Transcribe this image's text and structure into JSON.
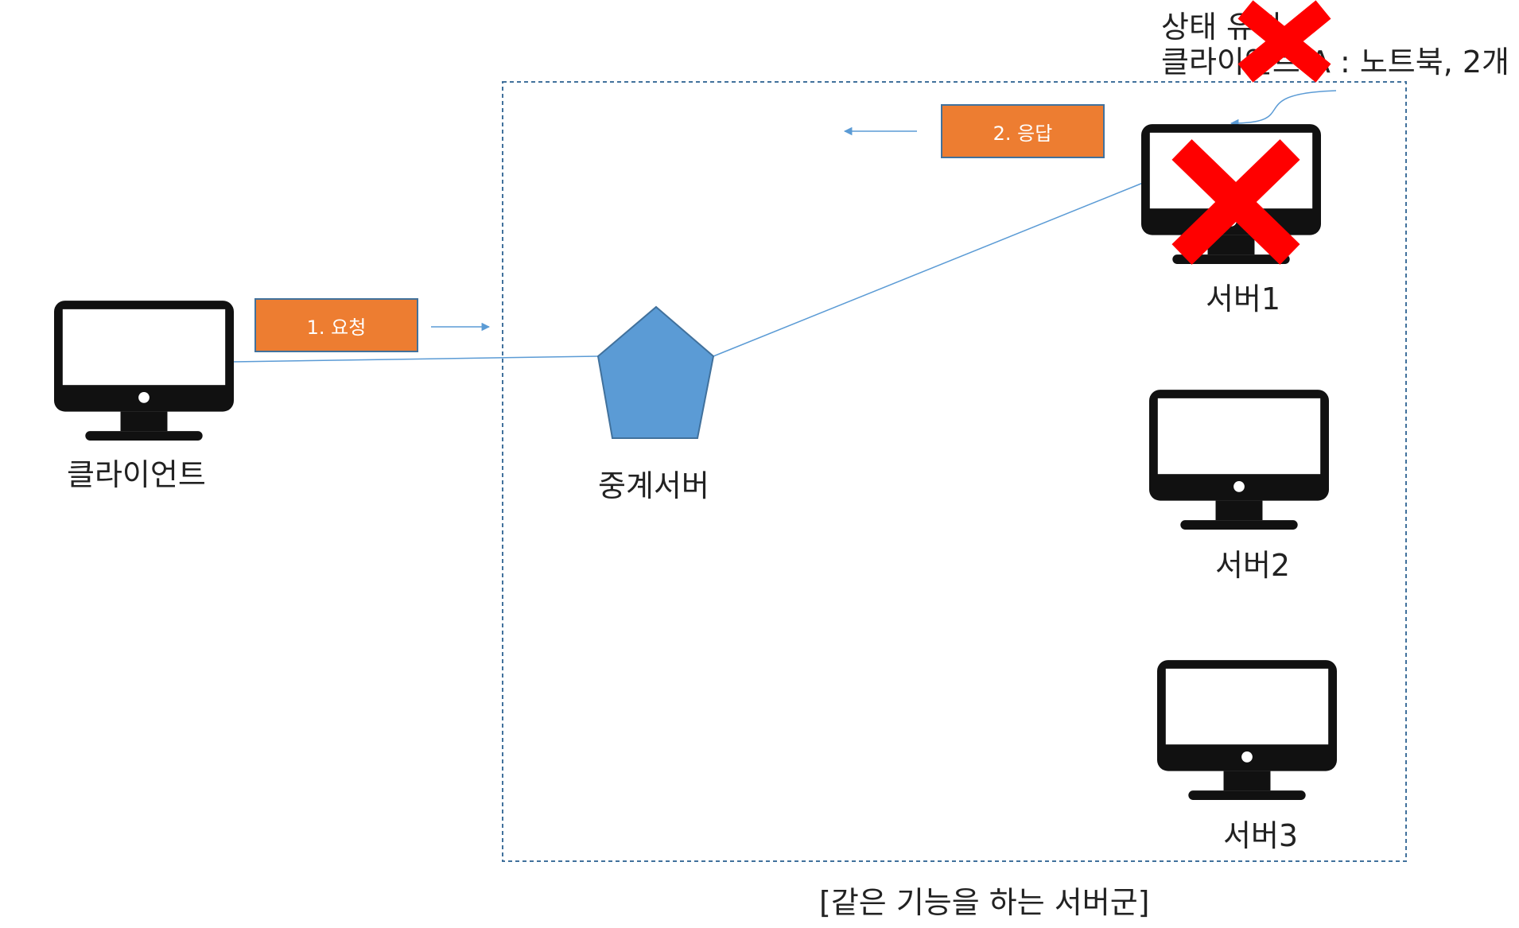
{
  "client": {
    "label": "클라이언트"
  },
  "relay": {
    "label": "중계서버"
  },
  "servers": [
    {
      "label": "서버1",
      "failed": true
    },
    {
      "label": "서버2",
      "failed": false
    },
    {
      "label": "서버3",
      "failed": false
    }
  ],
  "group": {
    "label": "[같은 기능을 하는 서버군]"
  },
  "steps": {
    "request": "1. 요청",
    "response": "2. 응답"
  },
  "note": {
    "line1": "상태 유지",
    "line2": "클라이언트 A : 노트북, 2개"
  },
  "colors": {
    "monitor": "#111111",
    "pentagon": "#5B9BD5",
    "step_box": "#ED7D31",
    "connector": "#5B9BD5",
    "group_border": "#41719C",
    "cross": "#FF0000"
  }
}
